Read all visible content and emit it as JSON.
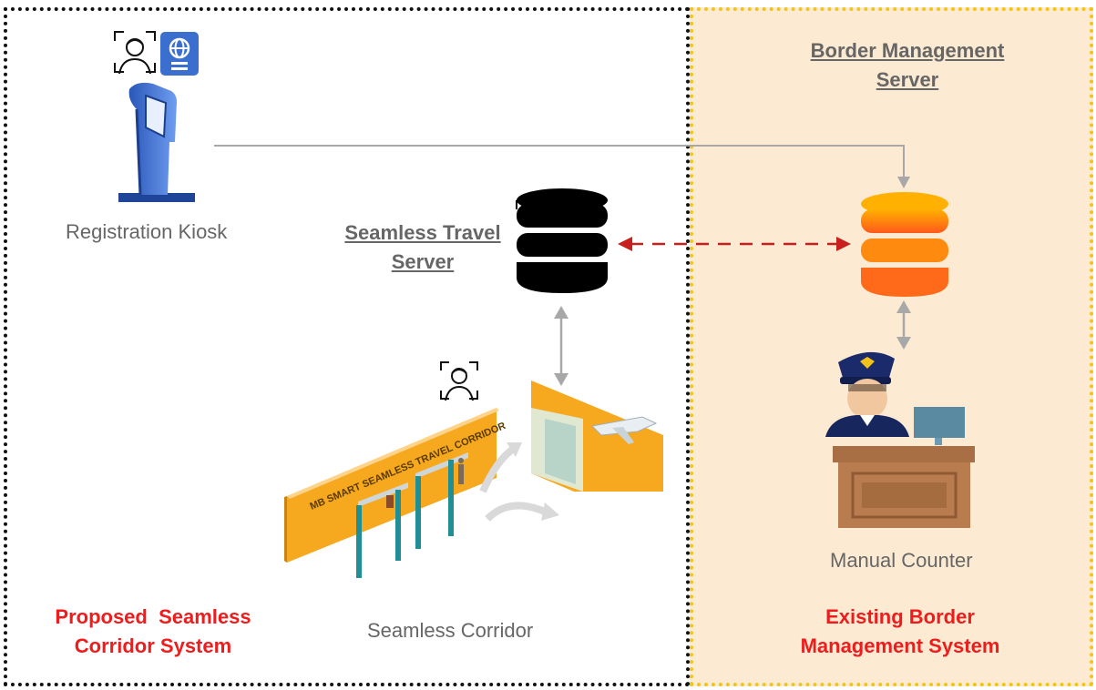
{
  "diagram": {
    "colors": {
      "left_border": "#111111",
      "right_border": "#f3c316",
      "right_fill": "#fcebd2",
      "gray_line": "#a8a8a8",
      "red_dashed": "#c8201e",
      "db_black": "#000000",
      "db_orange": "#ff7a00",
      "label_red": "#ee1c1c",
      "label_gray": "#666666"
    },
    "left_zone": {
      "title_line1": "Proposed  Seamless",
      "title_line2": "Corridor System"
    },
    "right_zone": {
      "title_line1": "Existing Border",
      "title_line2": "Management System"
    },
    "nodes": {
      "kiosk": {
        "label": "Registration Kiosk",
        "icons": [
          "face-scan-icon",
          "passport-icon"
        ]
      },
      "seamless_server": {
        "label_line1": "Seamless Travel",
        "label_line2": "Server"
      },
      "border_server": {
        "label_line1": "Border Management",
        "label_line2": "Server"
      },
      "corridor": {
        "label": "Seamless Corridor",
        "wall_text": "MB SMART SEAMLESS TRAVEL CORRIDOR"
      },
      "counter": {
        "label": "Manual Counter"
      }
    }
  }
}
